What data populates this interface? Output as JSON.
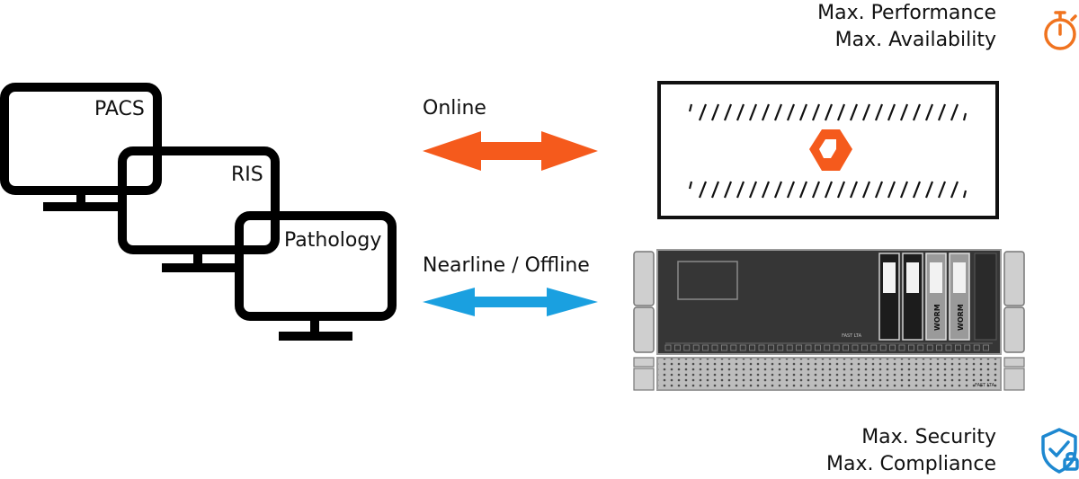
{
  "top_right": {
    "line1": "Max. Performance",
    "line2": "Max. Availability"
  },
  "bottom_right": {
    "line1": "Max. Security",
    "line2": "Max. Compliance"
  },
  "systems": {
    "pacs": "PACS",
    "ris": "RIS",
    "pathology": "Pathology"
  },
  "connections": {
    "online": "Online",
    "nearline": "Nearline / Offline"
  },
  "hardware": {
    "worm_slot_1": "WORM",
    "worm_slot_2": "WORM",
    "brand_label_1": "FAST LTA",
    "brand_label_2": "FAST LTA"
  },
  "colors": {
    "online_arrow": "#f55a1c",
    "nearline_arrow": "#1aa0e0",
    "stopwatch_icon": "#f0731f",
    "shield_icon": "#1e88d0",
    "logo": "#f55a1c"
  }
}
